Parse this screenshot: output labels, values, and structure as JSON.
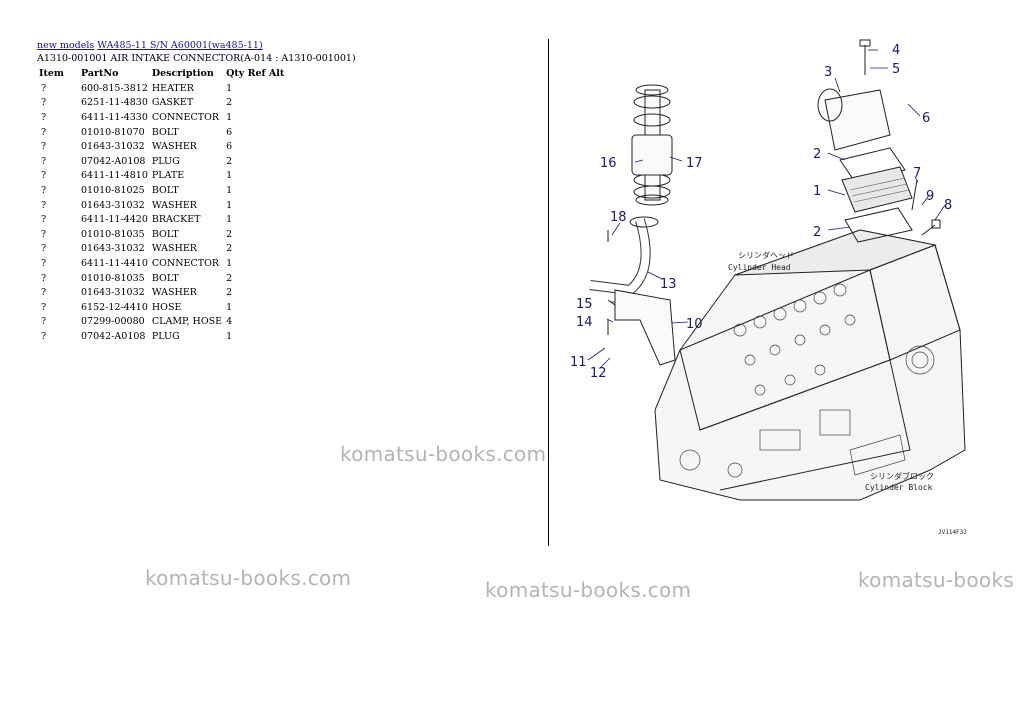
{
  "breadcrumb": {
    "link1": "new models",
    "link2": "WA485-11 S/N A60001(wa485-11)"
  },
  "page_title": "A1310-001001 AIR INTAKE CONNECTOR(A-014 : A1310-001001)",
  "table": {
    "headers": [
      "Item",
      "PartNo",
      "Description",
      "Qty Ref Alt"
    ],
    "rows": [
      [
        "?",
        "600-815-3812",
        "HEATER",
        "1"
      ],
      [
        "?",
        "6251-11-4830",
        "GASKET",
        "2"
      ],
      [
        "?",
        "6411-11-4330",
        "CONNECTOR",
        "1"
      ],
      [
        "?",
        "01010-81070",
        "BOLT",
        "6"
      ],
      [
        "?",
        "01643-31032",
        "WASHER",
        "6"
      ],
      [
        "?",
        "07042-A0108",
        "PLUG",
        "2"
      ],
      [
        "?",
        "6411-11-4810",
        "PLATE",
        "1"
      ],
      [
        "?",
        "01010-81025",
        "BOLT",
        "1"
      ],
      [
        "?",
        "01643-31032",
        "WASHER",
        "1"
      ],
      [
        "?",
        "6411-11-4420",
        "BRACKET",
        "1"
      ],
      [
        "?",
        "01010-81035",
        "BOLT",
        "2"
      ],
      [
        "?",
        "01643-31032",
        "WASHER",
        "2"
      ],
      [
        "?",
        "6411-11-4410",
        "CONNECTOR",
        "1"
      ],
      [
        "?",
        "01010-81035",
        "BOLT",
        "2"
      ],
      [
        "?",
        "01643-31032",
        "WASHER",
        "2"
      ],
      [
        "?",
        "6152-12-4410",
        "HOSE",
        "1"
      ],
      [
        "?",
        "07299-00080",
        "CLAMP, HOSE",
        "4"
      ],
      [
        "?",
        "07042-A0108",
        "PLUG",
        "1"
      ]
    ]
  },
  "diagram": {
    "callouts": [
      "4",
      "5",
      "3",
      "6",
      "2",
      "1",
      "7",
      "9",
      "8",
      "2",
      "16",
      "17",
      "18",
      "13",
      "15",
      "14",
      "10",
      "11",
      "12"
    ],
    "label_head_jp": "シリンダヘッド",
    "label_head_en": "Cylinder Head",
    "label_block_jp": "シリンダブロック",
    "label_block_en": "Cylinder Block",
    "drawing_code": "JV114F32"
  },
  "watermarks": [
    "komatsu-books.com",
    "komatsu-books.com",
    "komatsu-books.com",
    "komatsu-books"
  ]
}
